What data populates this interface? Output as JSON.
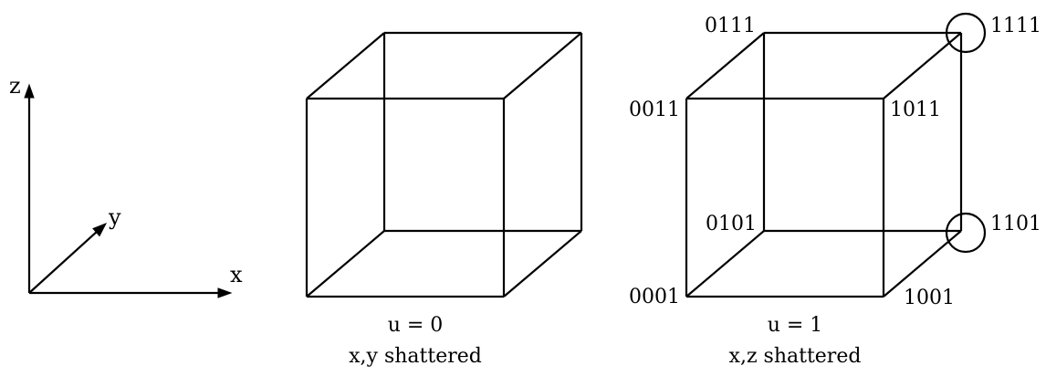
{
  "axes": {
    "x_label": "x",
    "y_label": "y",
    "z_label": "z"
  },
  "cube_left": {
    "u_label": "u = 0",
    "caption": "x,y shattered"
  },
  "cube_right": {
    "u_label": "u = 1",
    "caption": "x,z shattered",
    "vertices": {
      "back_top_left": "0111",
      "back_top_right": "1111",
      "front_top_left": "0011",
      "front_top_right": "1011",
      "back_bottom_left": "0101",
      "back_bottom_right": "1101",
      "front_bottom_left": "0001",
      "front_bottom_right": "1001"
    },
    "circled_vertices": [
      "1111",
      "1101"
    ]
  }
}
